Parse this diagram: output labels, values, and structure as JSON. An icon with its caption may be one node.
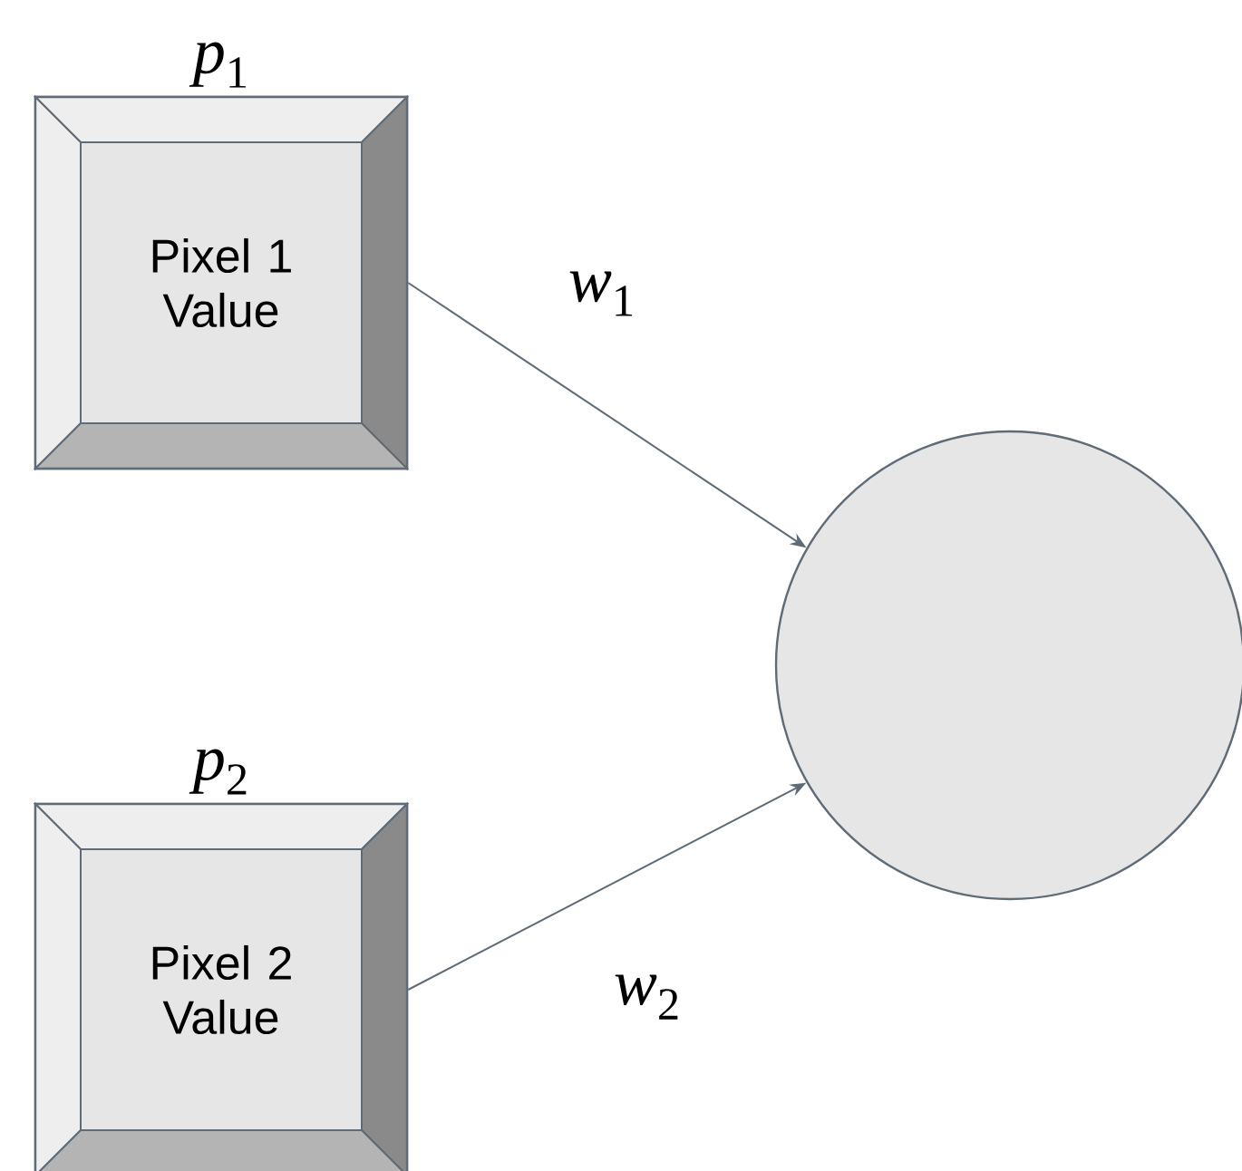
{
  "diagram": {
    "nodes": [
      {
        "text": [
          "*p*$_{1}$",
          "Pixel 1 Value"
        ]
      },
      {
        "text": [
          "*p*$_{2}$",
          "Pixel 2 Value"
        ]
      },
      {
        "text": [],
        "shape": "circle"
      }
    ],
    "edges": [
      {
        "from": 0,
        "to": 2,
        "arrow": "to",
        "label": "*w*$_{1}$"
      },
      {
        "from": 1,
        "to": 2,
        "arrow": "to",
        "label": "*w*$_{2}$"
      }
    ]
  }
}
